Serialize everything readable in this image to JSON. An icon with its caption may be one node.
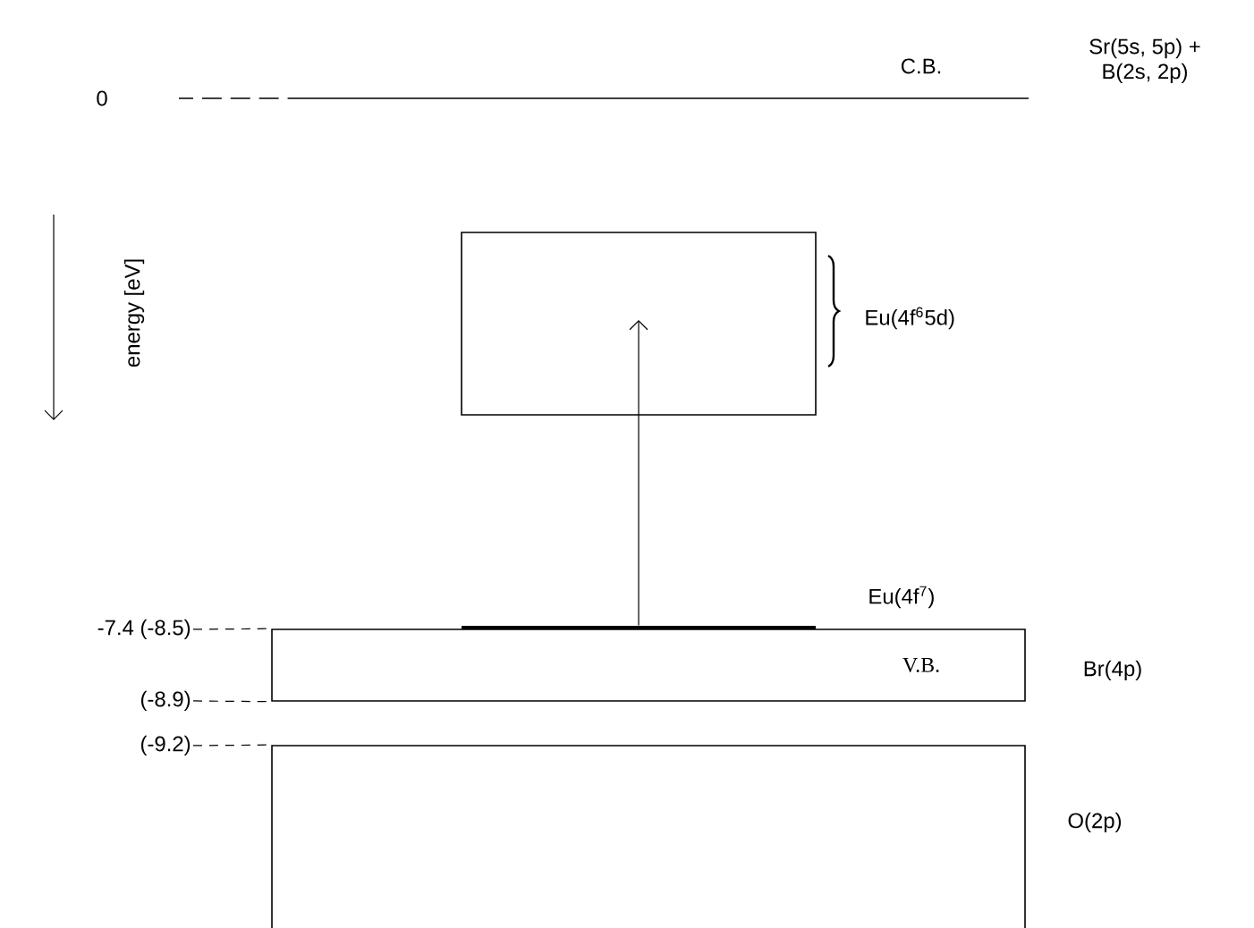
{
  "diagram": {
    "nodes": [
      {
        "text": [],
        "shape": "box"
      },
      {
        "text": [],
        "shape": "bar"
      },
      {
        "text": [
          "V.B."
        ],
        "beside": [
          "Br(4p)"
        ]
      },
      {
        "text": [],
        "shape": "box",
        "beside": [
          "O(2p)"
        ]
      },
      {
        "text": [
          "-7.4 (-8.5)"
        ]
      },
      {
        "text": [
          "(-8.9)"
        ]
      },
      {
        "text": [
          "(-9.2)"
        ]
      }
    ],
    "edges": [
      {
        "from": 1,
        "to": 0,
        "arrow": "to"
      },
      {
        "from": 4,
        "to": 2,
        "arrow": "none",
        "style": "dashed"
      },
      {
        "from": 5,
        "to": 2,
        "arrow": "none",
        "style": "dashed"
      },
      {
        "from": 6,
        "to": 3,
        "arrow": "none",
        "style": "dashed"
      }
    ],
    "labels": [
      "0",
      "C.B.",
      "Sr(5s, 5p) + B(2s, 2p)",
      "energy [eV]",
      "Eu(4f$^{6}$5d)",
      "Eu(4f$^{7}$)"
    ]
  }
}
